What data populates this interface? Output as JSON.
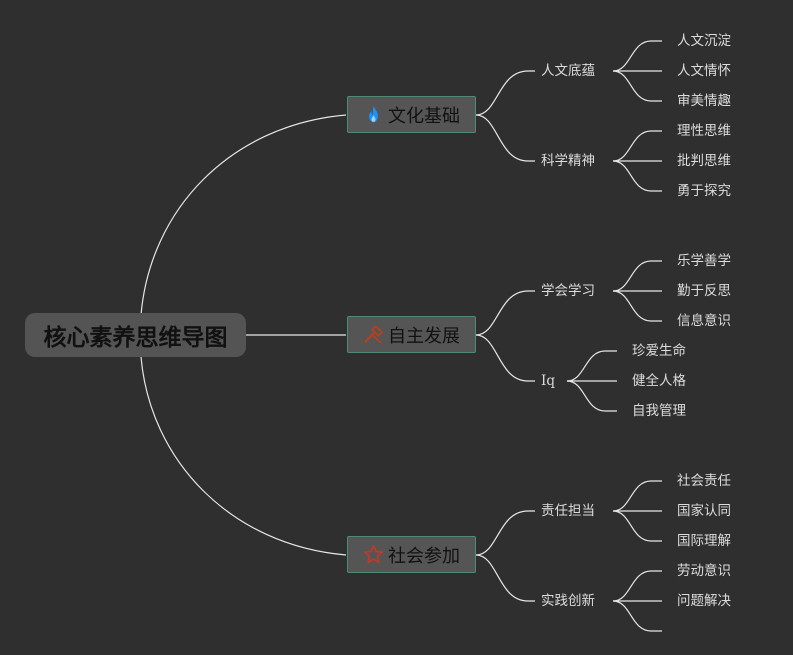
{
  "root": {
    "label": "核心素养思维导图"
  },
  "branches": [
    {
      "label": "文化基础",
      "icon": "flame-icon",
      "icon_color": "#1e90ff",
      "children": [
        {
          "label": "人文底蕴",
          "children": [
            "人文沉淀",
            "人文情怀",
            "审美情趣"
          ]
        },
        {
          "label": "科学精神",
          "children": [
            "理性思维",
            "批判思维",
            "勇于探究"
          ]
        }
      ]
    },
    {
      "label": "自主发展",
      "icon": "hammer-icon",
      "icon_color": "#b8401e",
      "children": [
        {
          "label": "学会学习",
          "children": [
            "乐学善学",
            "勤于反思",
            "信息意识"
          ]
        },
        {
          "label": "Iq",
          "children": [
            "珍爱生命",
            "健全人格",
            "自我管理"
          ]
        }
      ]
    },
    {
      "label": "社会参加",
      "icon": "star-icon",
      "icon_color": "#c0392b",
      "children": [
        {
          "label": "责任担当",
          "children": [
            "社会责任",
            "国家认同",
            "国际理解"
          ]
        },
        {
          "label": "实践创新",
          "children": [
            "劳动意识",
            "问题解决",
            ""
          ]
        }
      ]
    }
  ],
  "colors": {
    "background": "#2f2f2f",
    "link": "#e6e6e6",
    "node_border": "#4f8b72"
  }
}
